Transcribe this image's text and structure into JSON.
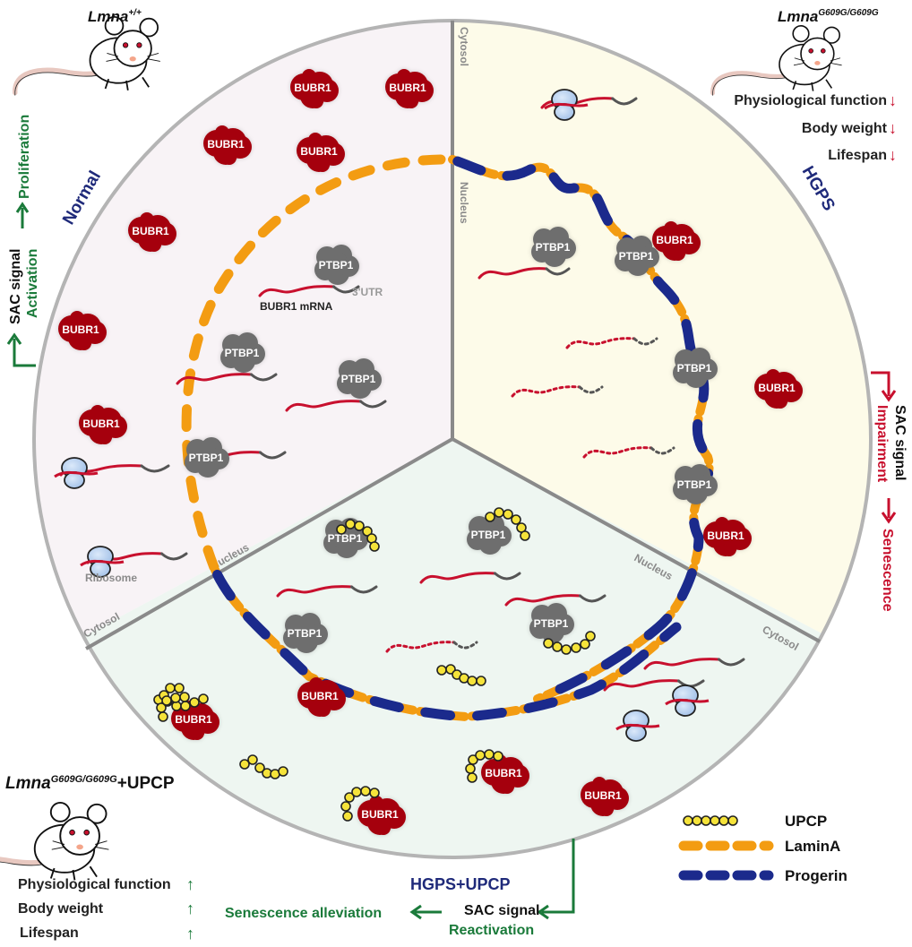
{
  "colors": {
    "normal_bg": "#f8f3f6",
    "hgps_bg": "#fdfbe9",
    "upcp_bg": "#eef6f1",
    "circle_stroke": "#b0b0b0",
    "divider": "#8c8c8c",
    "bubr1": "#a50010",
    "ptbp1": "#6e6e6e",
    "lamina": "#f39c12",
    "progerin": "#1b2a8c",
    "upcp": "#f5e33a",
    "mrna": "#c8102e",
    "utr": "#555555",
    "ribosome": "#a9c8ec",
    "green": "#1a7a3a",
    "red": "#c8102e",
    "navy": "#1f2a7a"
  },
  "sections": {
    "normal": {
      "title": "Normal",
      "cytosol": "Cytosol",
      "nucleus": "Nucleus"
    },
    "hgps": {
      "title": "HGPS",
      "cytosol": "Cytosol",
      "nucleus": "Nucleus"
    },
    "upcp": {
      "title": "HGPS+UPCP",
      "cytosol": "Cytosol",
      "nucleus": "Nucleus"
    }
  },
  "molecules": {
    "bubr1": "BUBR1",
    "ptbp1": "PTBP1",
    "mrna_label": "BUBR1 mRNA",
    "utr_label": "3'UTR",
    "ribosome_label": "Ribosome"
  },
  "mice": {
    "wt": {
      "gene": "Lmna",
      "sup": "+/+"
    },
    "hgps": {
      "gene": "Lmna",
      "sup": "G609G/G609G",
      "effects": [
        {
          "label": "Physiological function",
          "arrow": "↓"
        },
        {
          "label": "Body weight",
          "arrow": "↓"
        },
        {
          "label": "Lifespan",
          "arrow": "↓"
        }
      ]
    },
    "treated": {
      "gene": "Lmna",
      "sup": "G609G/G609G",
      "suffix": "+UPCP",
      "effects": [
        {
          "label": "Physiological function",
          "arrow": "↑"
        },
        {
          "label": "Body weight",
          "arrow": "↑"
        },
        {
          "label": "Lifespan",
          "arrow": "↑"
        }
      ]
    }
  },
  "pathways": {
    "normal": {
      "signal": "SAC signal",
      "state": "Activation",
      "outcome": "Proliferation"
    },
    "hgps": {
      "signal": "SAC signal",
      "state": "Impairment",
      "outcome": "Senescence"
    },
    "upcp": {
      "signal": "SAC signal",
      "state": "Reactivation",
      "outcome": "Senescence alleviation"
    }
  },
  "legend": [
    {
      "label": "UPCP",
      "icon": "upcp-chain-icon"
    },
    {
      "label": "LaminA",
      "icon": "lamina-dash-icon"
    },
    {
      "label": "Progerin",
      "icon": "progerin-dash-icon"
    }
  ]
}
